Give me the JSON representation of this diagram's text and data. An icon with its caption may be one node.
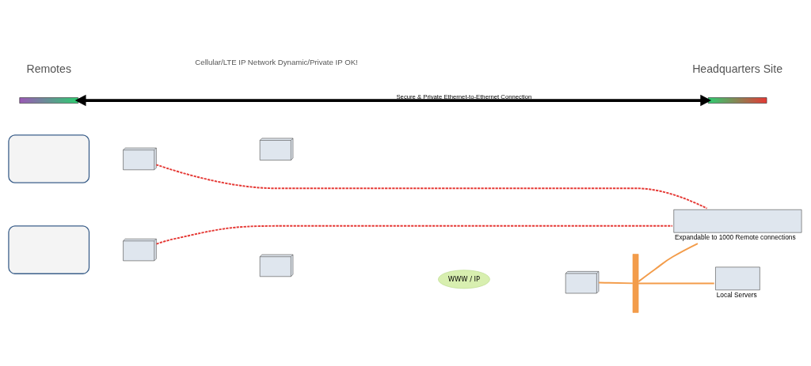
{
  "diagram": {
    "nodes": [
      {
        "text": [],
        "shape": "box"
      },
      {
        "text": [],
        "shape": "picture"
      },
      {
        "text": [],
        "shape": "box"
      },
      {
        "text": [],
        "shape": "picture"
      },
      {
        "text": [],
        "shape": "picture"
      },
      {
        "text": [],
        "shape": "picture"
      },
      {
        "text": [
          "WWW / IP"
        ]
      },
      {
        "text": [],
        "shape": "picture"
      },
      {
        "text": [],
        "shape": "bar"
      },
      {
        "text": [],
        "shape": "box",
        "beside": [
          "Expandable to 1000 Remote connections"
        ]
      },
      {
        "text": [],
        "shape": "box",
        "beside": [
          "Local Servers"
        ]
      },
      {
        "text": [],
        "shape": "bar"
      },
      {
        "text": [],
        "shape": "bar"
      }
    ],
    "edges": [
      {
        "from": 1,
        "to": 9,
        "arrow": "none",
        "style": "dashed",
        "color": "#e53935"
      },
      {
        "from": 3,
        "to": 9,
        "arrow": "none",
        "style": "dashed",
        "color": "#e53935"
      },
      {
        "from": 7,
        "to": 8,
        "arrow": "none",
        "color": "#f39c4a"
      },
      {
        "from": 8,
        "to": 9,
        "arrow": "none",
        "color": "#f39c4a"
      },
      {
        "from": 8,
        "to": 10,
        "arrow": "none",
        "color": "#f39c4a"
      },
      {
        "from": 11,
        "to": 12,
        "arrow": "both",
        "style": "thick",
        "label": "Secure & Private Ethernet-to-Ethernet Connection",
        "color": "#000000"
      }
    ],
    "labels": [
      "Remotes",
      "Headquarters Site",
      "Cellular/LTE IP Network Dynamic/Private IP OK!"
    ]
  }
}
